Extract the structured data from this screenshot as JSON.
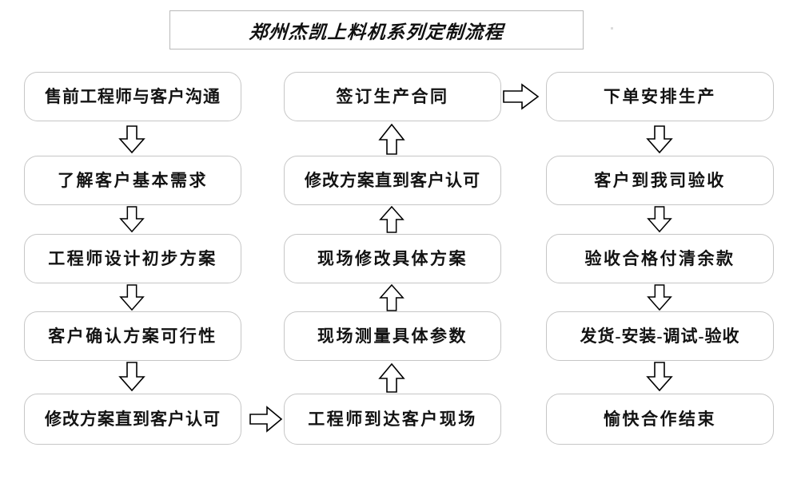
{
  "title": {
    "text": "郑州杰凯上料机系列定制流程"
  },
  "colors": {
    "box_border": "#c6c6c6",
    "title_border": "#b9b9b9",
    "text": "#131313",
    "arrow_stroke": "#000000",
    "background": "#ffffff"
  },
  "columns": [
    {
      "name": "left-column",
      "flow_direction": "down",
      "nodes": [
        {
          "id": "l1",
          "label": "售前工程师与客户沟通"
        },
        {
          "id": "l2",
          "label": "了解客户基本需求"
        },
        {
          "id": "l3",
          "label": "工程师设计初步方案"
        },
        {
          "id": "l4",
          "label": "客户确认方案可行性"
        },
        {
          "id": "l5",
          "label": "修改方案直到客户认可"
        }
      ]
    },
    {
      "name": "middle-column",
      "flow_direction": "up",
      "nodes": [
        {
          "id": "m1",
          "label": "签订生产合同"
        },
        {
          "id": "m2",
          "label": "修改方案直到客户认可"
        },
        {
          "id": "m3",
          "label": "现场修改具体方案"
        },
        {
          "id": "m4",
          "label": "现场测量具体参数"
        },
        {
          "id": "m5",
          "label": "工程师到达客户现场"
        }
      ]
    },
    {
      "name": "right-column",
      "flow_direction": "down",
      "nodes": [
        {
          "id": "r1",
          "label": "下单安排生产"
        },
        {
          "id": "r2",
          "label": "客户到我司验收"
        },
        {
          "id": "r3",
          "label": "验收合格付清余款"
        },
        {
          "id": "r4",
          "label": "发货-安装-调试-验收"
        },
        {
          "id": "r5",
          "label": "愉快合作结束"
        }
      ]
    }
  ],
  "connectors": [
    {
      "name": "left-down-1",
      "direction": "down",
      "from": "l1",
      "to": "l2"
    },
    {
      "name": "left-down-2",
      "direction": "down",
      "from": "l2",
      "to": "l3"
    },
    {
      "name": "left-down-3",
      "direction": "down",
      "from": "l3",
      "to": "l4"
    },
    {
      "name": "left-down-4",
      "direction": "down",
      "from": "l4",
      "to": "l5"
    },
    {
      "name": "left-to-middle",
      "direction": "right",
      "from": "l5",
      "to": "m5"
    },
    {
      "name": "middle-up-1",
      "direction": "up",
      "from": "m5",
      "to": "m4"
    },
    {
      "name": "middle-up-2",
      "direction": "up",
      "from": "m4",
      "to": "m3"
    },
    {
      "name": "middle-up-3",
      "direction": "up",
      "from": "m3",
      "to": "m2"
    },
    {
      "name": "middle-up-4",
      "direction": "up",
      "from": "m2",
      "to": "m1"
    },
    {
      "name": "middle-to-right",
      "direction": "right",
      "from": "m1",
      "to": "r1"
    },
    {
      "name": "right-down-1",
      "direction": "down",
      "from": "r1",
      "to": "r2"
    },
    {
      "name": "right-down-2",
      "direction": "down",
      "from": "r2",
      "to": "r3"
    },
    {
      "name": "right-down-3",
      "direction": "down",
      "from": "r3",
      "to": "r4"
    },
    {
      "name": "right-down-4",
      "direction": "down",
      "from": "r4",
      "to": "r5"
    }
  ]
}
